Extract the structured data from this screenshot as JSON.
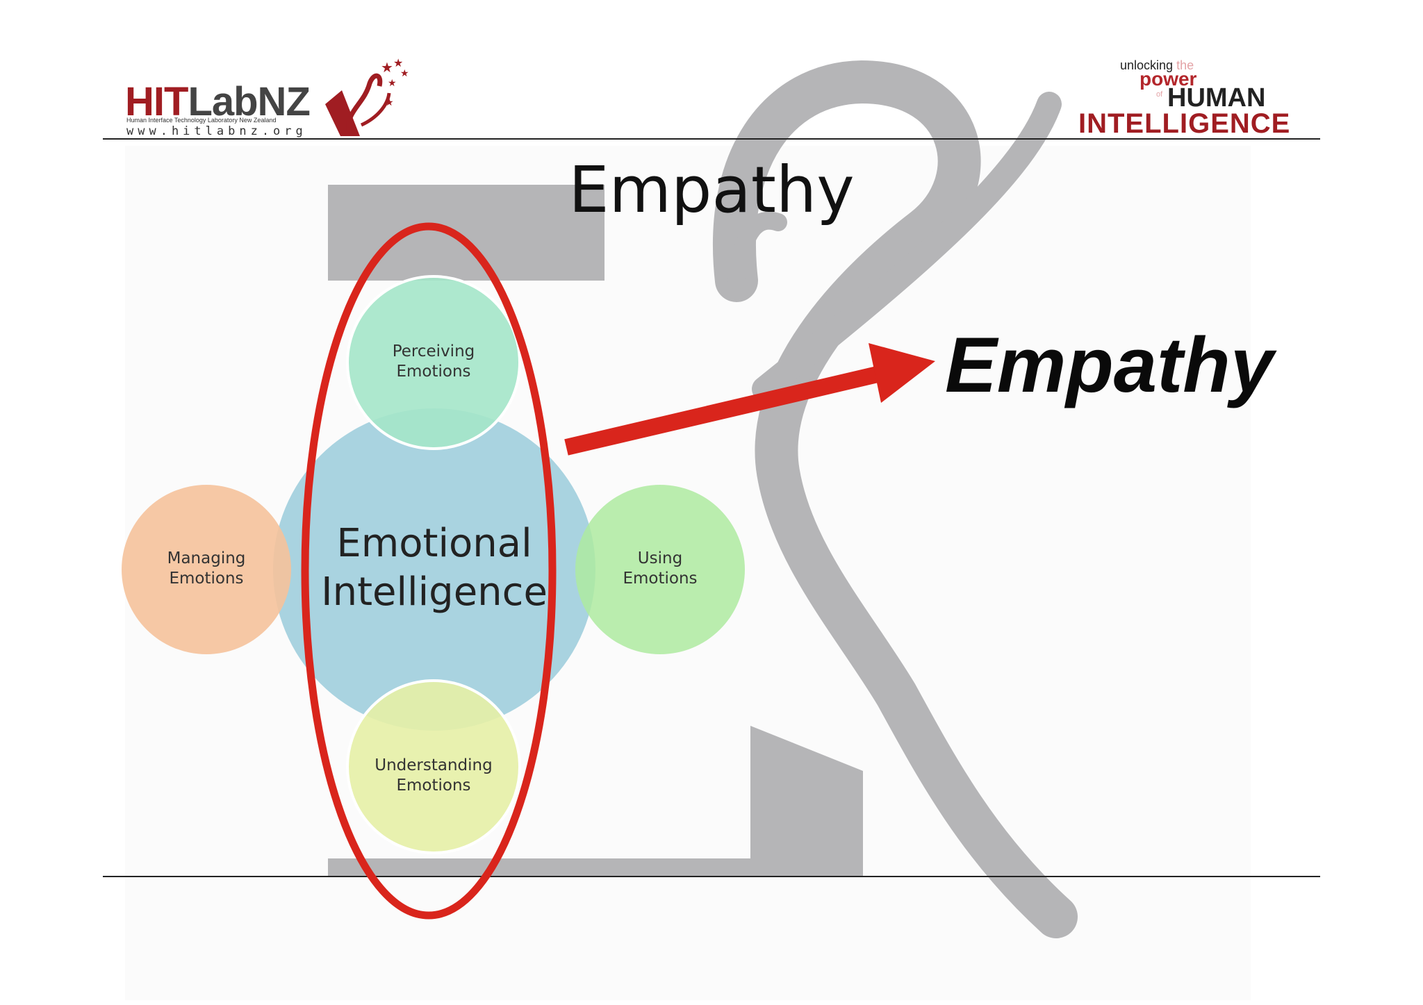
{
  "slide": {
    "title": "Empathy",
    "highlight_word": "Empathy"
  },
  "header": {
    "left_logo": {
      "brand_hit": "HIT",
      "brand_lab": "LabNZ",
      "subtitle": "Human Interface Technology Laboratory New Zealand",
      "url": "www.hitlabnz.org"
    },
    "right_logo": {
      "unlocking": "unlocking",
      "the": "the",
      "power": "power",
      "of": "of",
      "human": "HUMAN",
      "intelligence": "INTELLIGENCE"
    }
  },
  "diagram": {
    "center": {
      "line1": "Emotional",
      "line2": "Intelligence"
    },
    "top": {
      "line1": "Perceiving",
      "line2": "Emotions"
    },
    "left": {
      "line1": "Managing",
      "line2": "Emotions"
    },
    "right": {
      "line1": "Using",
      "line2": "Emotions"
    },
    "bottom": {
      "line1": "Understanding",
      "line2": "Emotions"
    }
  },
  "colors": {
    "brand_red": "#a01d22",
    "highlight_red": "#d9251c",
    "watermark_gray": "#b5b5b7",
    "center_blue": "#a9d3e0",
    "top_green": "#a4e6c9",
    "left_orange": "#f5c29b",
    "right_green": "#aeeaa0",
    "bottom_yellow": "#e5f0a6"
  }
}
